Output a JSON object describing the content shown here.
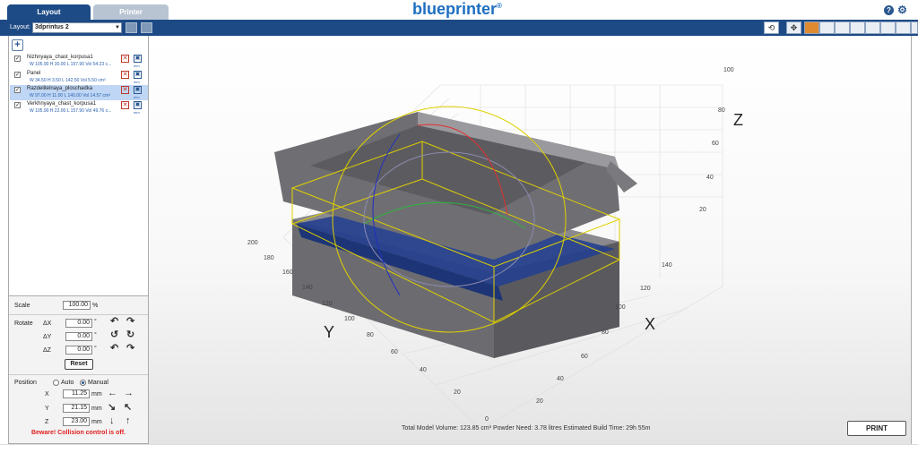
{
  "tabs": [
    {
      "label": "Layout",
      "active": true
    },
    {
      "label": "Printer",
      "active": false
    }
  ],
  "brand": {
    "name": "blueprinter",
    "mark": "®"
  },
  "header_icons": [
    "help-icon",
    "gear-icon"
  ],
  "toolbar": {
    "layout_label": "Layout:",
    "layout_value": "3dprintus 2",
    "view_tools": [
      "reset-view-icon",
      "move-icon",
      "view-iso-icon",
      "view-top-icon",
      "view-front-icon",
      "view-left-icon",
      "view-right-icon",
      "view-back-icon",
      "view-iso2-icon",
      "view-bottom-icon"
    ]
  },
  "objects": [
    {
      "name": "Nizhnyaya_chast_korpusa1",
      "dims": "W 105.90  H 30.00  L 157.90  Vol 54.23 c...",
      "checked": true,
      "selected": false
    },
    {
      "name": "Panel",
      "dims": "W 34.50  H 3.50  L 142.50  Vol 5.50 cm³",
      "checked": true,
      "selected": false
    },
    {
      "name": "Razdelitelnaya_ploschadka",
      "dims": "W 97.00  H 11.00  L 140.00  Vol 14.57 cm³",
      "checked": true,
      "selected": true
    },
    {
      "name": "Verkhnyaya_chast_korpusa1",
      "dims": "W 105.90  H 22.00  L 157.90  Vol 49.76 c...",
      "checked": true,
      "selected": false
    }
  ],
  "obj_unit": "mm",
  "scale": {
    "label": "Scale",
    "value": "100.00",
    "unit": "%"
  },
  "rotate": {
    "label": "Rotate",
    "axes": [
      {
        "label": "ΔX",
        "value": "0.00"
      },
      {
        "label": "ΔY",
        "value": "0.00"
      },
      {
        "label": "ΔZ",
        "value": "0.00"
      }
    ],
    "unit": "°",
    "reset": "Reset"
  },
  "position": {
    "label": "Position",
    "auto": "Auto",
    "manual": "Manual",
    "mode": "Manual",
    "axes": [
      {
        "label": "X",
        "value": "11.25"
      },
      {
        "label": "Y",
        "value": "21.15"
      },
      {
        "label": "Z",
        "value": "23.00"
      }
    ],
    "unit": "mm"
  },
  "warning": "Beware! Collision control is off.",
  "viewport": {
    "axis_labels": {
      "x": "X",
      "y": "Y",
      "z": "Z"
    },
    "z_ticks": [
      "100",
      "80",
      "60",
      "40",
      "20"
    ],
    "y_ticks": [
      "200",
      "180",
      "160",
      "140",
      "120",
      "100",
      "80",
      "60",
      "40",
      "20",
      "0"
    ],
    "x_ticks": [
      "140",
      "120",
      "100",
      "80",
      "60",
      "40",
      "20"
    ],
    "colors": {
      "model": "#6f6f73",
      "highlight": "#1d3f8f",
      "bbox": "#e0d000",
      "ring_red": "#e03030",
      "ring_green": "#30b040",
      "ring_blue": "#2030c0"
    }
  },
  "status": "Total Model Volume: 123.85 cm³    Powder Need: 3.78 litres    Estimated Build Time: 29h 55m",
  "print_label": "PRINT"
}
